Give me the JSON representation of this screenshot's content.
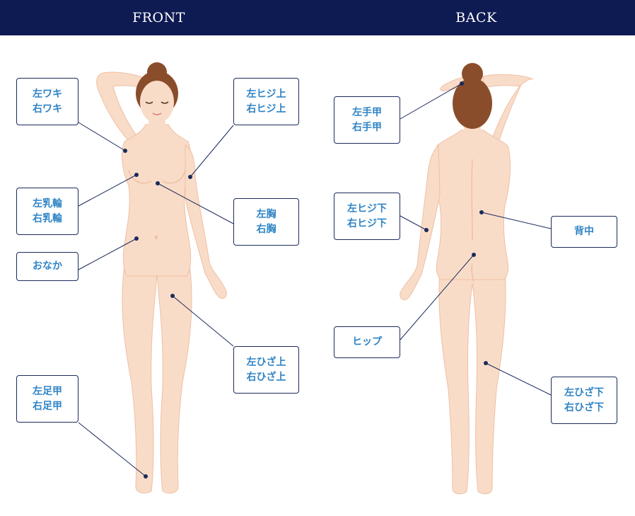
{
  "header": {
    "front_title": "FRONT",
    "back_title": "BACK"
  },
  "colors": {
    "header_bg": "#0e1a52",
    "label_text": "#2f84c6",
    "box_border": "#1b2a5c",
    "leader": "#1b2a5c",
    "skin": "#f9dcc8",
    "skin_shadow": "#eebfa3",
    "hair": "#8a4d2b"
  },
  "front_labels": {
    "waki": [
      "左ワキ",
      "右ワキ"
    ],
    "hiji_ue": [
      "左ヒジ上",
      "右ヒジ上"
    ],
    "nyurin": [
      "左乳輪",
      "右乳輪"
    ],
    "mune": [
      "左胸",
      "右胸"
    ],
    "onaka": [
      "おなか"
    ],
    "hiza_ue": [
      "左ひざ上",
      "右ひざ上"
    ],
    "ashi_ko": [
      "左足甲",
      "右足甲"
    ]
  },
  "back_labels": {
    "te_ko": [
      "左手甲",
      "右手甲"
    ],
    "hiji_shita": [
      "左ヒジ下",
      "右ヒジ下"
    ],
    "senaka": [
      "背中"
    ],
    "hip": [
      "ヒップ"
    ],
    "hiza_shita": [
      "左ひざ下",
      "右ひざ下"
    ]
  }
}
